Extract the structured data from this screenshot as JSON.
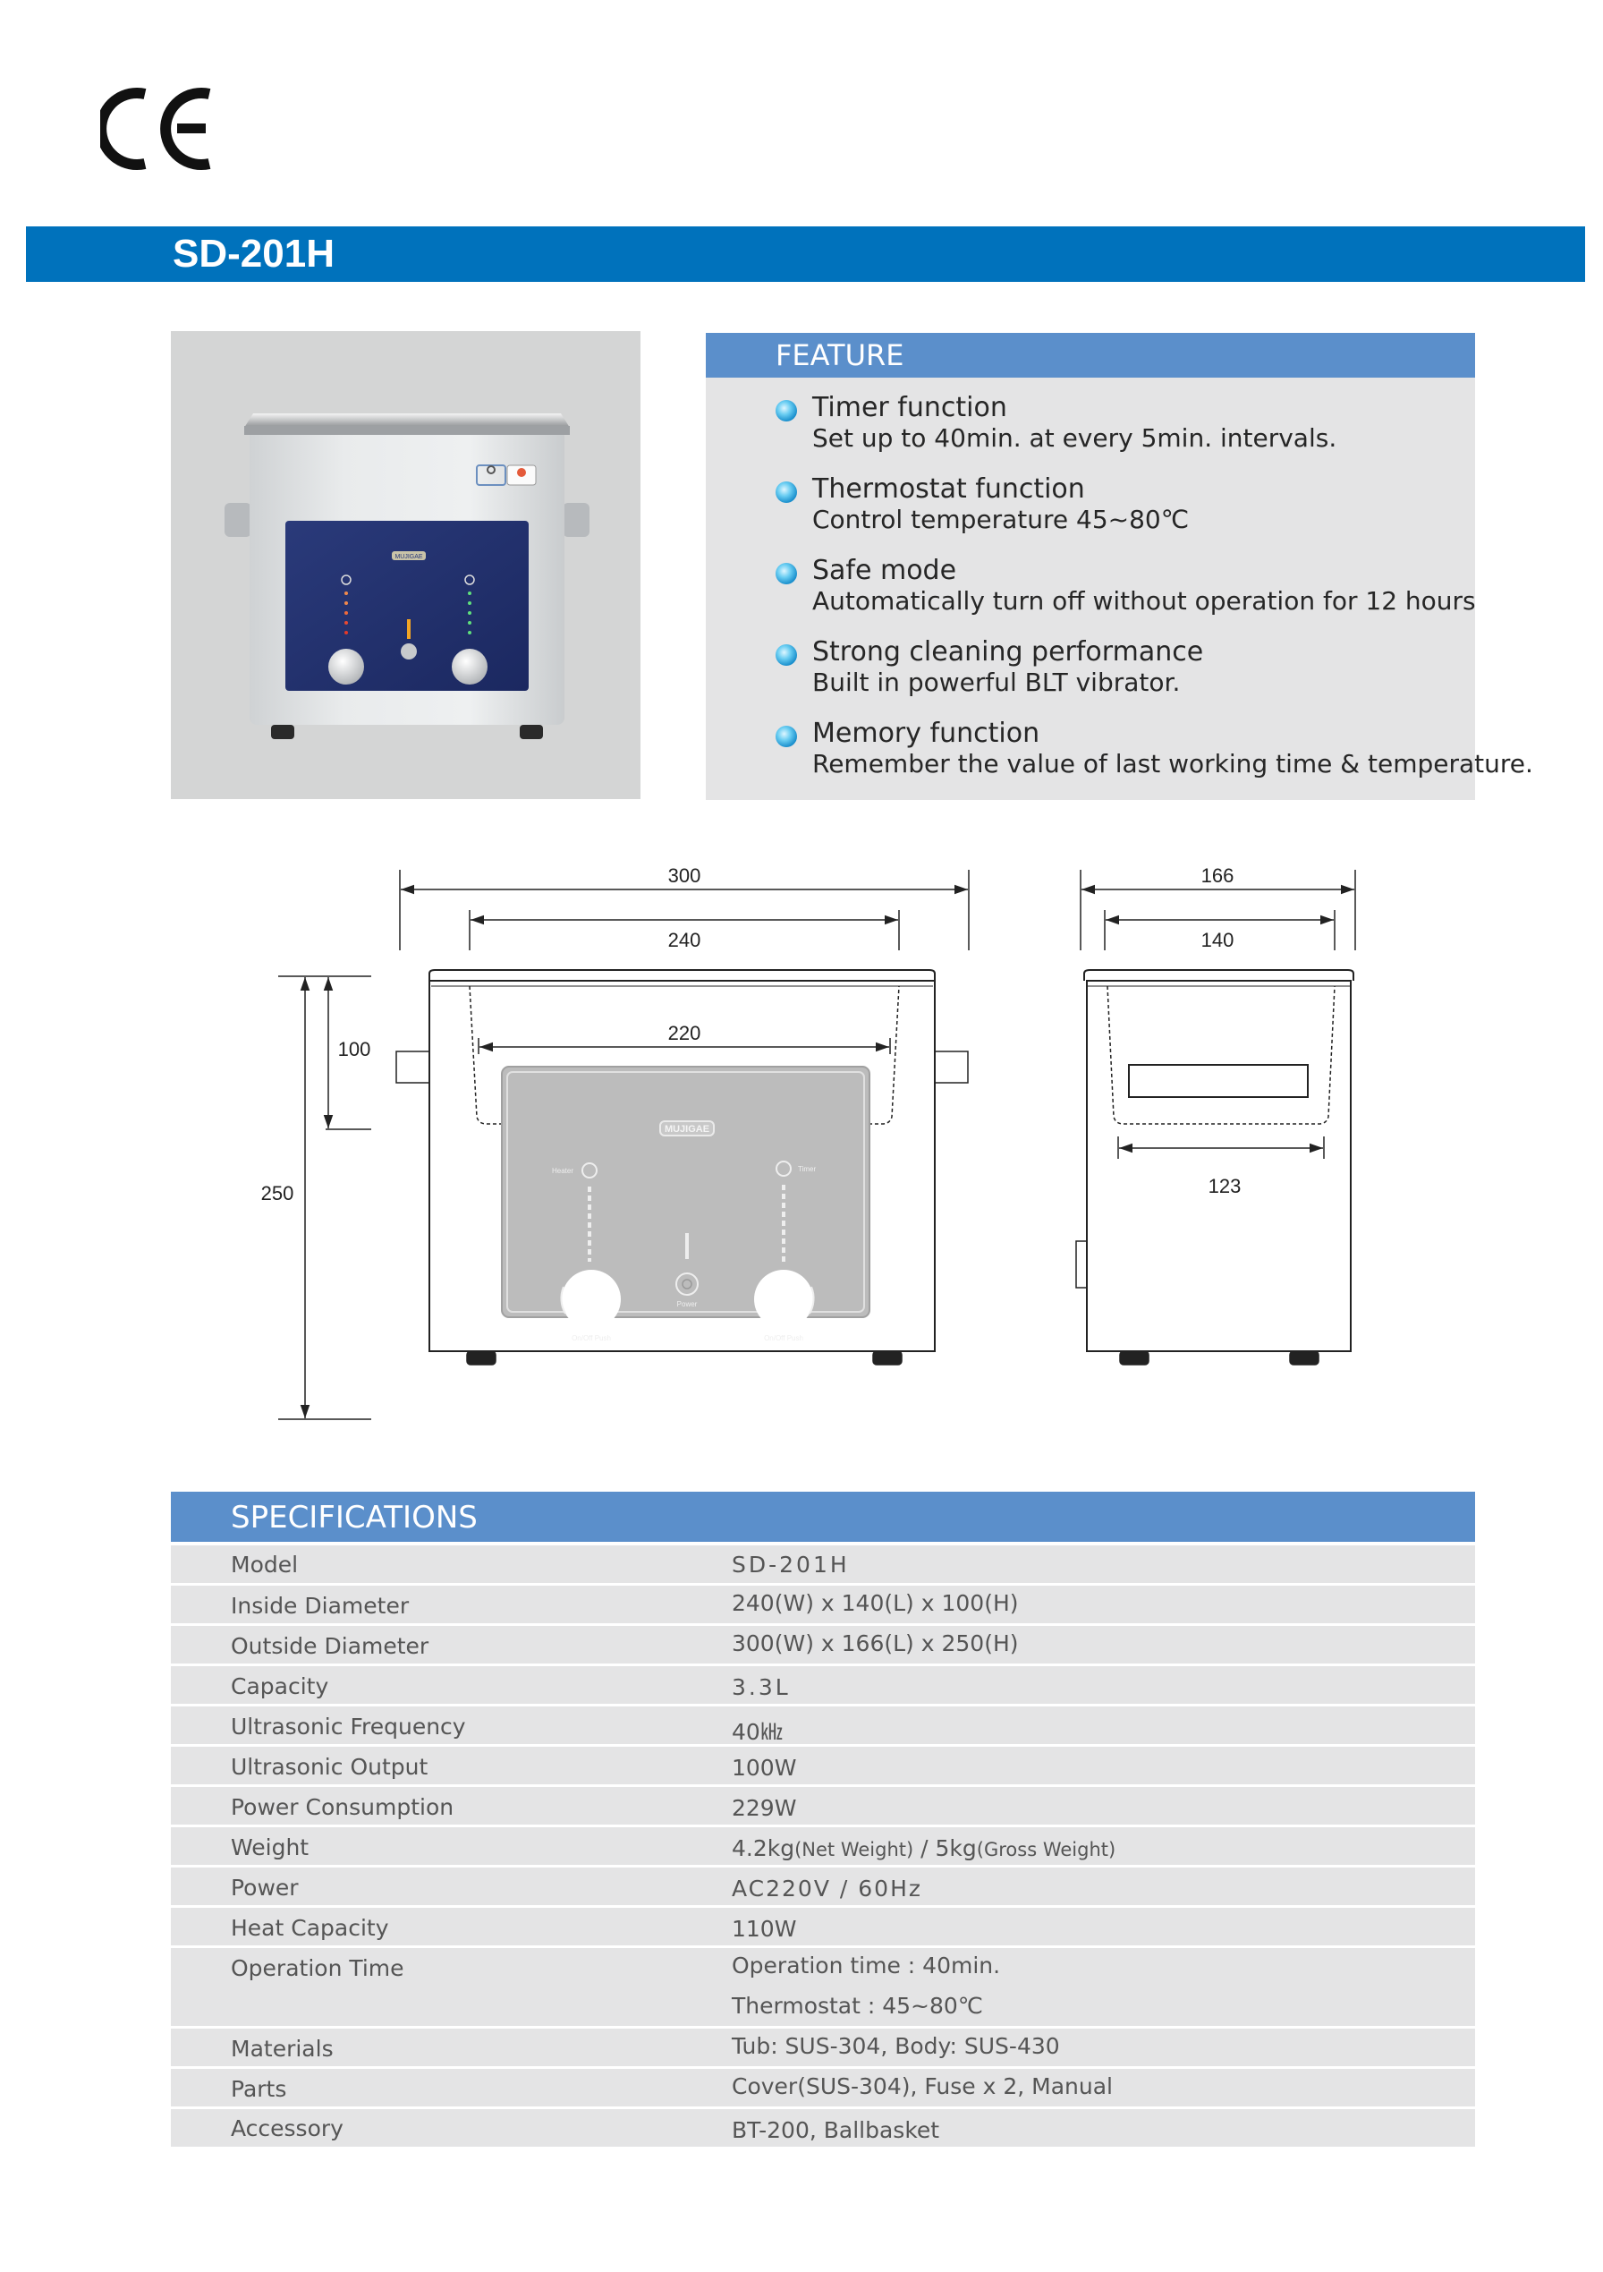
{
  "header": {
    "model": "SD-201H"
  },
  "photo": {
    "brand_label": "MUJIGAE"
  },
  "feature": {
    "title": "FEATURE",
    "items": [
      {
        "title": "Timer function",
        "desc": "Set up to 40min. at every 5min. intervals."
      },
      {
        "title": "Thermostat function",
        "desc": "Control temperature 45~80℃"
      },
      {
        "title": "Safe mode",
        "desc": "Automatically turn off without operation for 12 hours"
      },
      {
        "title": "Strong cleaning performance",
        "desc": "Built in powerful BLT vibrator."
      },
      {
        "title": "Memory function",
        "desc": "Remember the value of last working time & temperature."
      }
    ]
  },
  "drawing": {
    "dims": {
      "outer_width": "300",
      "inner_width": "240",
      "basket_width": "220",
      "inner_height": "100",
      "outer_height": "250",
      "outer_depth": "166",
      "inner_depth": "140",
      "basket_depth": "123"
    },
    "panel": {
      "brand": "MUJIGAE",
      "heater": "Heater",
      "timer": "Timer",
      "power": "Power",
      "knob_left": "On/Off Push",
      "knob_right": "On/Off Push"
    }
  },
  "specifications": {
    "title": "SPECIFICATIONS",
    "rows": [
      {
        "label": "Model",
        "value": "SD-201H"
      },
      {
        "label": "Inside Diameter",
        "value": "240(W) x 140(L) x 100(H)"
      },
      {
        "label": "Outside Diameter",
        "value": "300(W) x 166(L) x 250(H)"
      },
      {
        "label": "Capacity",
        "value": "3.3L"
      },
      {
        "label": "Ultrasonic Frequency",
        "value": "40㎑"
      },
      {
        "label": "Ultrasonic Output",
        "value": "100W"
      },
      {
        "label": "Power Consumption",
        "value": "229W"
      },
      {
        "label": "Weight",
        "value": "4.2kg",
        "net_note": "(Net Weight)",
        "sep": " / ",
        "value2": "5kg",
        "gross_note": "(Gross Weight)"
      },
      {
        "label": "Power",
        "value": "AC220V / 60Hz"
      },
      {
        "label": "Heat Capacity",
        "value": "110W"
      },
      {
        "label": "Operation Time",
        "value": "Operation time : 40min.",
        "value2": "Thermostat : 45~80℃"
      },
      {
        "label": "Materials",
        "value": "Tub: SUS-304, Body: SUS-430"
      },
      {
        "label": "Parts",
        "value": "Cover(SUS-304), Fuse x 2, Manual"
      },
      {
        "label": "Accessory",
        "value": "BT-200,  Ballbasket"
      }
    ]
  }
}
